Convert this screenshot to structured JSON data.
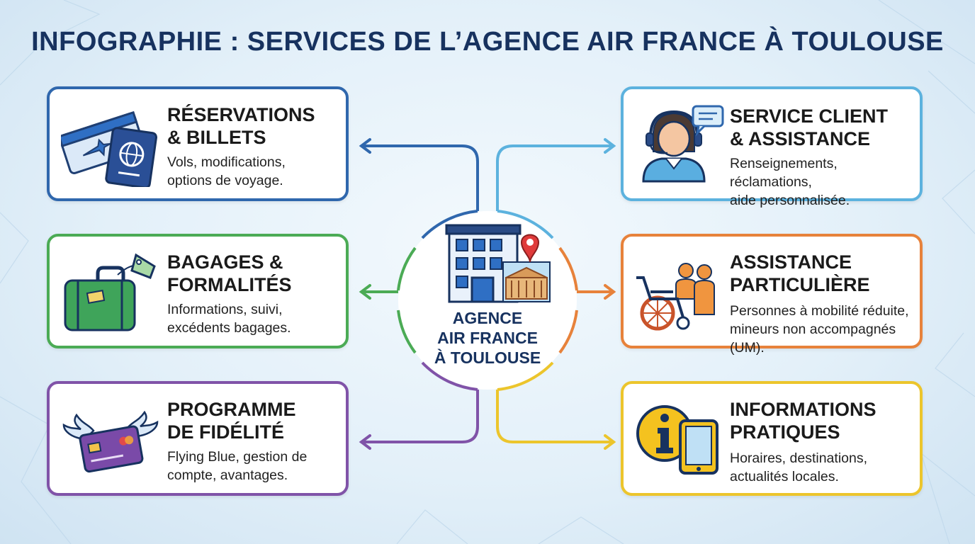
{
  "title": "INFOGRAPHIE : SERVICES DE L’AGENCE AIR FRANCE À TOULOUSE",
  "hub": {
    "label": "AGENCE\nAIR FRANCE\nÀ TOULOUSE"
  },
  "cards": {
    "reservations": {
      "title": "RÉSERVATIONS\n& BILLETS",
      "desc": "Vols, modifications,\noptions de voyage.",
      "color": "#2f67ad"
    },
    "bagages": {
      "title": "BAGAGES &\nFORMALITÉS",
      "desc": "Informations, suivi,\nexcédents bagages.",
      "color": "#4bab55"
    },
    "fidelite": {
      "title": "PROGRAMME\nDE FIDÉLITÉ",
      "desc": "Flying Blue, gestion de\ncompte, avantages.",
      "color": "#8053a8"
    },
    "service": {
      "title": "SERVICE CLIENT\n& ASSISTANCE",
      "desc": "Renseignements, réclamations,\naide personnalisée.",
      "color": "#5cb2de"
    },
    "assistance": {
      "title": "ASSISTANCE\nPARTICULIÈRE",
      "desc": "Personnes à mobilité réduite,\nmineurs non accompagnés (UM).",
      "color": "#e7823b"
    },
    "infos": {
      "title": "INFORMATIONS\nPRATIQUES",
      "desc": "Horaires, destinations,\nactualités locales.",
      "color": "#ecc52c"
    }
  },
  "icons": {
    "reservations": "ticket-passport-icon",
    "bagages": "suitcase-tag-icon",
    "fidelite": "winged-card-icon",
    "service": "headset-agent-icon",
    "assistance": "wheelchair-people-icon",
    "infos": "info-tablet-icon",
    "hub": "building-location-icon"
  }
}
